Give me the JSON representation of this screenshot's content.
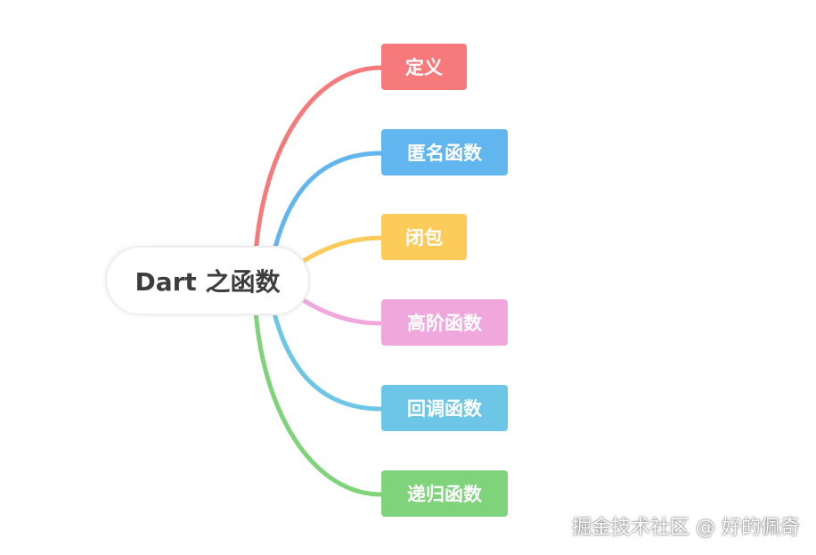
{
  "root": {
    "label": "Dart 之函数"
  },
  "branches": [
    {
      "label": "定义",
      "color": "#f67a7c"
    },
    {
      "label": "匿名函数",
      "color": "#62b6ef"
    },
    {
      "label": "闭包",
      "color": "#fdcb5a"
    },
    {
      "label": "高阶函数",
      "color": "#f0a8dc"
    },
    {
      "label": "回调函数",
      "color": "#6ec6e6"
    },
    {
      "label": "递归函数",
      "color": "#7fd37a"
    }
  ],
  "watermark": "掘金技术社区 @ 好的佩奇"
}
